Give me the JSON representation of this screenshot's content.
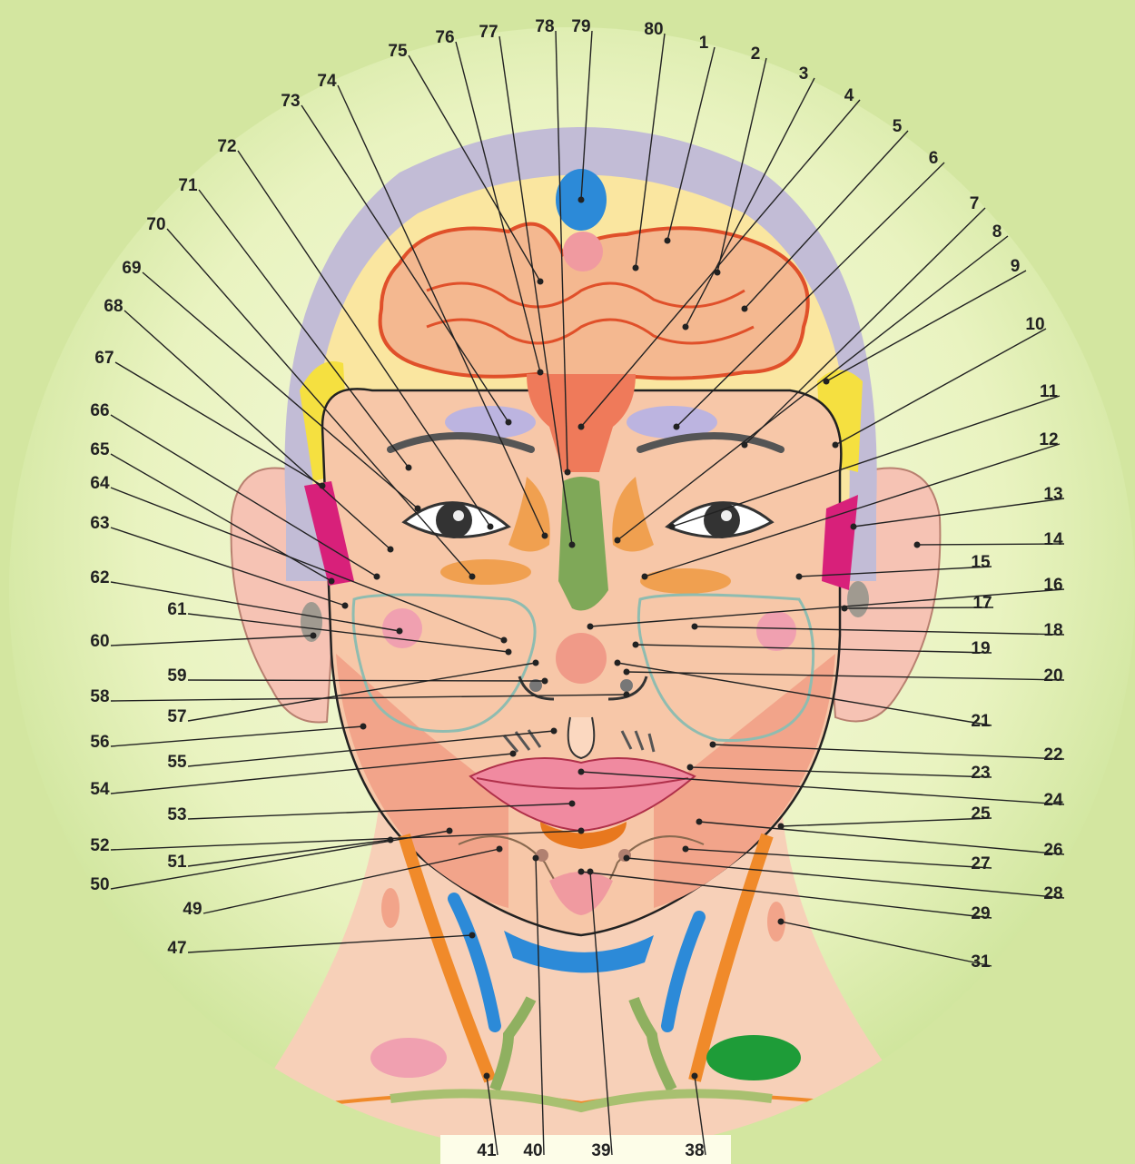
{
  "figure": {
    "labels": [
      "1",
      "2",
      "3",
      "4",
      "5",
      "6",
      "7",
      "8",
      "9",
      "10",
      "11",
      "12",
      "13",
      "14",
      "15",
      "16",
      "17",
      "18",
      "19",
      "20",
      "21",
      "22",
      "23",
      "24",
      "25",
      "26",
      "27",
      "28",
      "29",
      "31",
      "38",
      "39",
      "40",
      "41",
      "47",
      "49",
      "50",
      "51",
      "52",
      "53",
      "54",
      "55",
      "56",
      "57",
      "58",
      "59",
      "60",
      "61",
      "62",
      "63",
      "64",
      "65",
      "66",
      "67",
      "68",
      "69",
      "70",
      "71",
      "72",
      "73",
      "74",
      "75",
      "76",
      "77",
      "78",
      "79",
      "80"
    ]
  },
  "colors": {
    "background": "#d3e6a0",
    "circle": "#eef5c8",
    "head_outline": "#c2bcd6",
    "forehead": "#fae6a0",
    "brain": "#ef9060",
    "skin": "#f7c7a8",
    "cheek": "#f2a48a",
    "ear": "#f6c3b4",
    "nose_green": "#7fa858",
    "blue": "#2c8ad8",
    "thyroid_green": "#1e9c38",
    "neck_orange": "#f08a2a",
    "lips": "#f08aa0"
  }
}
